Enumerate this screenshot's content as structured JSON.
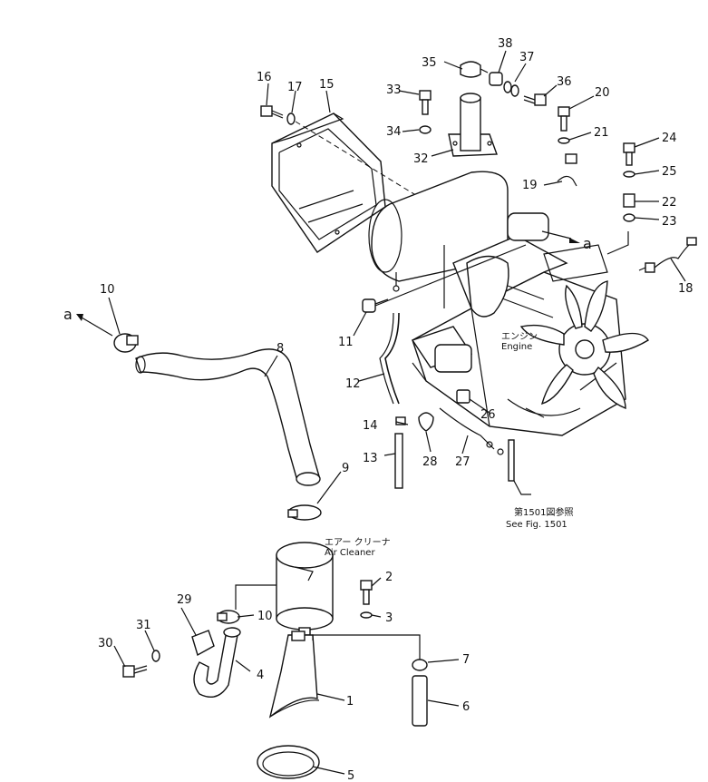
{
  "callouts": {
    "p1": "1",
    "p2": "2",
    "p3": "3",
    "p4": "4",
    "p5": "5",
    "p6": "6",
    "p7": "7",
    "p8": "8",
    "p9": "9",
    "p10a": "10",
    "p10b": "10",
    "p11": "11",
    "p12": "12",
    "p13": "13",
    "p14": "14",
    "p15": "15",
    "p16": "16",
    "p17": "17",
    "p18": "18",
    "p19": "19",
    "p20": "20",
    "p21": "21",
    "p22": "22",
    "p23": "23",
    "p24": "24",
    "p25": "25",
    "p26": "26",
    "p27": "27",
    "p28": "28",
    "p29": "29",
    "p30": "30",
    "p31": "31",
    "p32": "32",
    "p33": "33",
    "p34": "34",
    "p35": "35",
    "p36": "36",
    "p37": "37",
    "p38": "38"
  },
  "refs": {
    "a_left": "a",
    "a_right": "a"
  },
  "captions": {
    "engine_jp": "エンジン",
    "engine_en": "Engine",
    "air_cleaner_jp": "エアー クリーナ",
    "air_cleaner_en": "Air Cleaner",
    "see_fig_jp": "第1501図参照",
    "see_fig_en": "See Fig. 1501"
  }
}
